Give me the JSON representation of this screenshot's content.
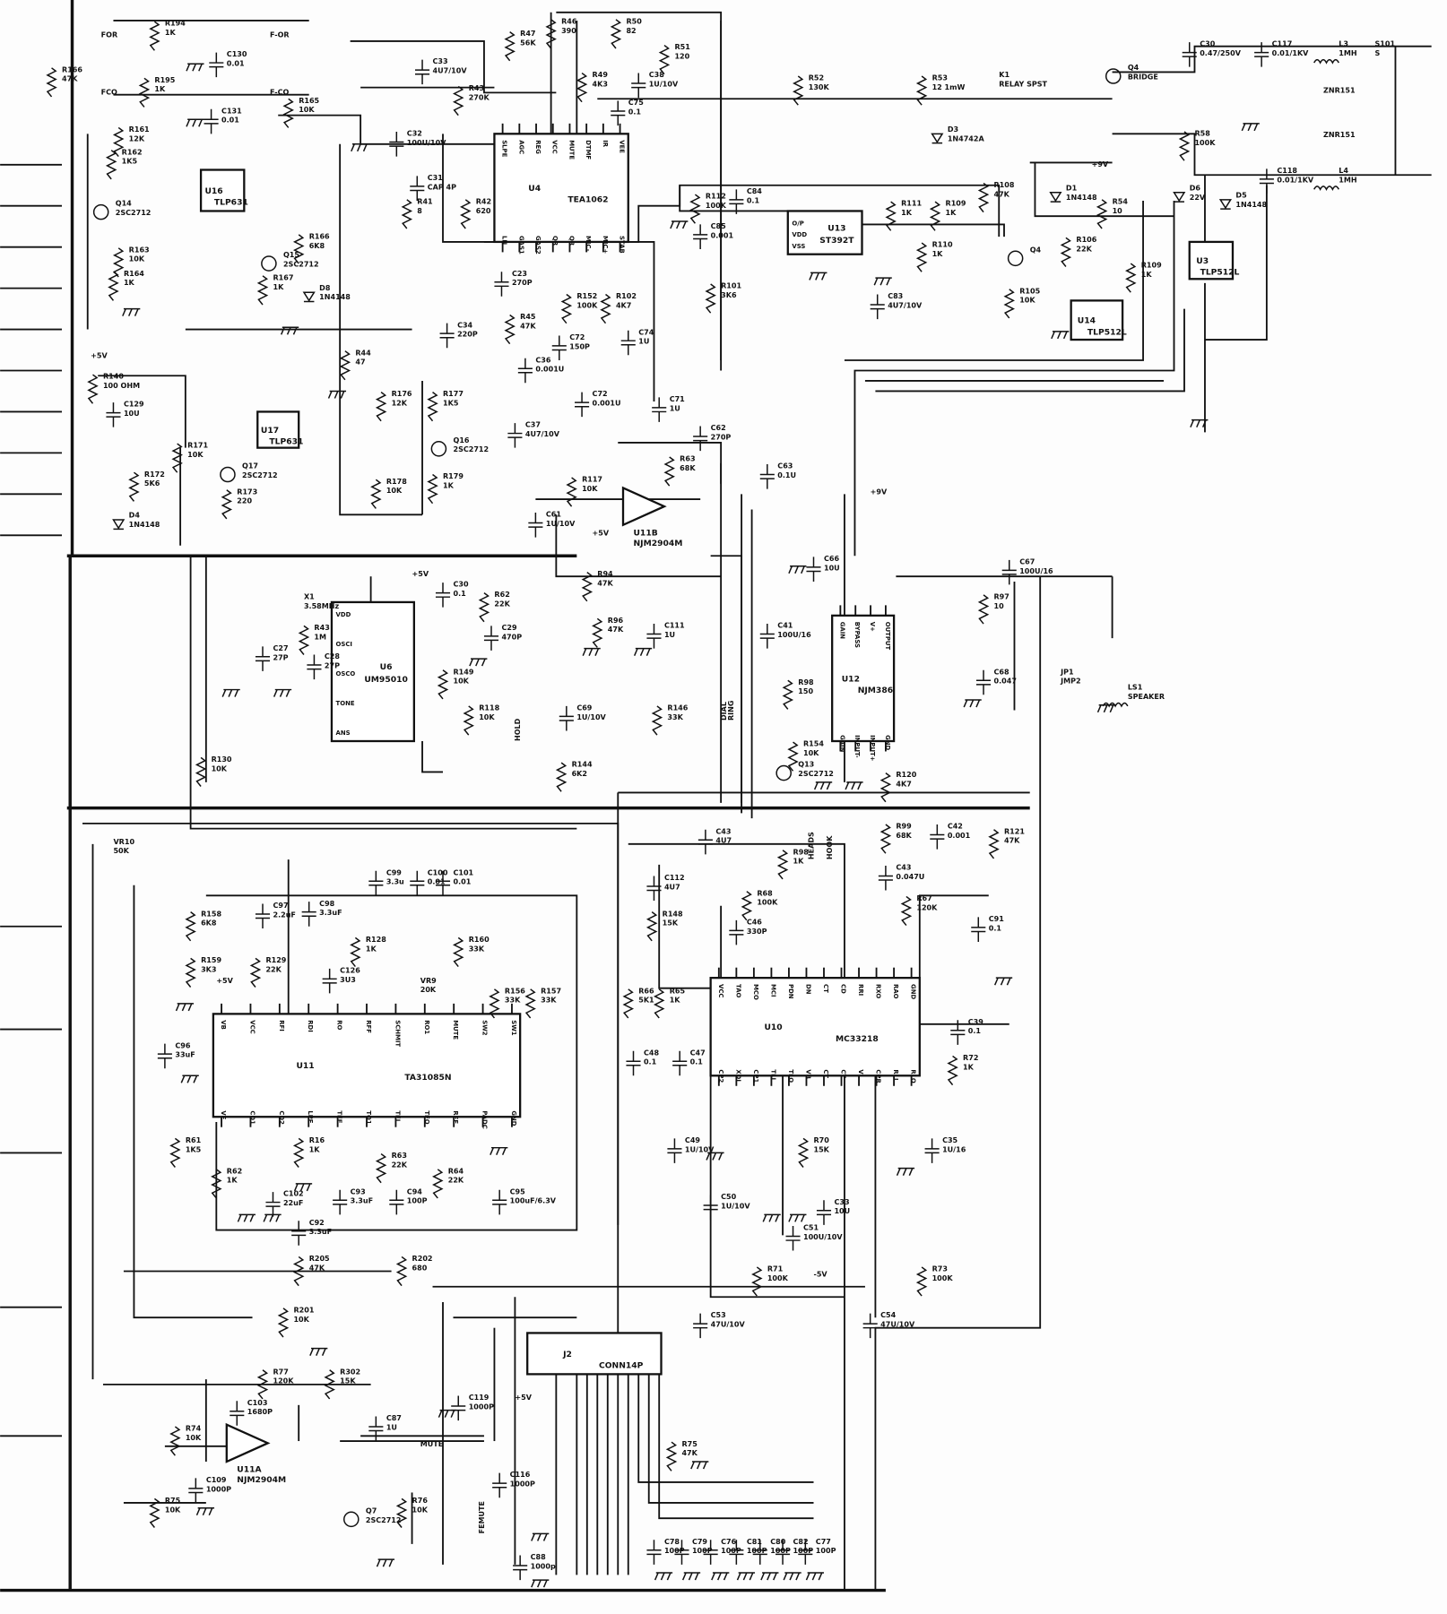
{
  "ics": [
    {
      "ref": "U4",
      "part": "TEA1062",
      "pins_top": [
        "SLPE",
        "AGC",
        "REG",
        "VCC",
        "MUTE",
        "DTMF",
        "IR",
        "VEE"
      ],
      "pins_bottom": [
        "LN",
        "GAS1",
        "GAS2",
        "QR",
        "QR",
        "MIC-",
        "MIC+",
        "STAB"
      ]
    },
    {
      "ref": "U13",
      "part": "ST392T",
      "pins": [
        "O/P",
        "VDD",
        "VSS"
      ]
    },
    {
      "ref": "U16",
      "part": "TLP631"
    },
    {
      "ref": "U17",
      "part": "TLP631"
    },
    {
      "ref": "U14",
      "part": "TLP512L"
    },
    {
      "ref": "U3",
      "part": "TLP512L"
    },
    {
      "ref": "U6",
      "part": "UM95010",
      "pins": [
        "VDD",
        "OSCI",
        "OSCO",
        "TONE",
        "ANS"
      ]
    },
    {
      "ref": "U12",
      "part": "NJM386",
      "pins_top": [
        "GAIN",
        "BYPASS",
        "V+",
        "OUTPUT"
      ],
      "pins_bottom": [
        "GAIN",
        "INPUT-",
        "INPUT+",
        "GND"
      ]
    },
    {
      "ref": "U11",
      "part": "TA31085N",
      "pins_top": [
        "VB",
        "VCC",
        "RFI",
        "RDI",
        "RO",
        "RFF",
        "SCHMIT",
        "RO1",
        "MUTE",
        "SW2",
        "SW1"
      ],
      "pins_bottom": [
        "VE",
        "CD1",
        "CD2",
        "LPF",
        "TFF",
        "TO1",
        "TFI",
        "TFO",
        "REF",
        "PADC",
        "GND"
      ]
    },
    {
      "ref": "U10",
      "part": "MC33218",
      "pins_top": [
        "VCC",
        "TAO",
        "MCO",
        "MCI",
        "PDN",
        "DN",
        "CT",
        "CD",
        "RRI",
        "RXO",
        "RAO",
        "GND"
      ],
      "pins_bottom": [
        "CP2",
        "XDI",
        "CP1",
        "TLI",
        "TLO",
        "VB",
        "CT",
        "CT",
        "VL",
        "CPR",
        "RLI",
        "RLO"
      ]
    },
    {
      "ref": "U11B",
      "part": "NJM2904M"
    },
    {
      "ref": "U11A",
      "part": "NJM2904M"
    },
    {
      "ref": "J2",
      "part": "CONN14P"
    }
  ],
  "components": [
    {
      "ref": "R194",
      "value": "1K"
    },
    {
      "ref": "C130",
      "value": "0.01"
    },
    {
      "ref": "R195",
      "value": "1K"
    },
    {
      "ref": "C131",
      "value": "0.01"
    },
    {
      "ref": "R166",
      "value": "47K"
    },
    {
      "ref": "R161",
      "value": "12K"
    },
    {
      "ref": "R162",
      "value": "1K5"
    },
    {
      "ref": "Q14",
      "value": "2SC2712"
    },
    {
      "ref": "R163",
      "value": "10K"
    },
    {
      "ref": "R164",
      "value": "1K"
    },
    {
      "ref": "R165",
      "value": "10K"
    },
    {
      "ref": "Q15",
      "value": "2SC2712"
    },
    {
      "ref": "R166",
      "value": "6K8"
    },
    {
      "ref": "R167",
      "value": "1K"
    },
    {
      "ref": "D8",
      "value": "1N4148"
    },
    {
      "ref": "C33",
      "value": "4U7/10V"
    },
    {
      "ref": "R43",
      "value": "270K"
    },
    {
      "ref": "C32",
      "value": "100U/10V"
    },
    {
      "ref": "C31",
      "value": "CAP 4P"
    },
    {
      "ref": "R41",
      "value": "8"
    },
    {
      "ref": "R42",
      "value": "620"
    },
    {
      "ref": "R47",
      "value": "56K"
    },
    {
      "ref": "R46",
      "value": "390"
    },
    {
      "ref": "R49",
      "value": "4K3"
    },
    {
      "ref": "R50",
      "value": "82"
    },
    {
      "ref": "C38",
      "value": "1U/10V"
    },
    {
      "ref": "R51",
      "value": "120"
    },
    {
      "ref": "C75",
      "value": "0.1"
    },
    {
      "ref": "R52",
      "value": "130K"
    },
    {
      "ref": "R53",
      "value": "12 1mW"
    },
    {
      "ref": "K1",
      "value": "RELAY SPST"
    },
    {
      "ref": "D3",
      "value": "1N4742A"
    },
    {
      "ref": "Q4",
      "value": "BRIDGE"
    },
    {
      "ref": "C30",
      "value": "0.47/250V"
    },
    {
      "ref": "C117",
      "value": "0.01/1KV"
    },
    {
      "ref": "L3",
      "value": "1MH"
    },
    {
      "ref": "S101",
      "value": "S"
    },
    {
      "ref": "ZNR151",
      "value": ""
    },
    {
      "ref": "ZNR151",
      "value": ""
    },
    {
      "ref": "R58",
      "value": "100K"
    },
    {
      "ref": "L4",
      "value": "1MH"
    },
    {
      "ref": "C118",
      "value": "0.01/1KV"
    },
    {
      "ref": "D6",
      "value": "22V"
    },
    {
      "ref": "D5",
      "value": "1N4148"
    },
    {
      "ref": "D1",
      "value": "1N4148"
    },
    {
      "ref": "R54",
      "value": "10"
    },
    {
      "ref": "R112",
      "value": "100K"
    },
    {
      "ref": "C84",
      "value": "0.1"
    },
    {
      "ref": "C85",
      "value": "0.001"
    },
    {
      "ref": "R111",
      "value": "1K"
    },
    {
      "ref": "R109",
      "value": "1K"
    },
    {
      "ref": "R110",
      "value": "1K"
    },
    {
      "ref": "R108",
      "value": "47K"
    },
    {
      "ref": "Q4",
      "value": ""
    },
    {
      "ref": "R106",
      "value": "22K"
    },
    {
      "ref": "R109",
      "value": "1K"
    },
    {
      "ref": "R105",
      "value": "10K"
    },
    {
      "ref": "C83",
      "value": "4U7/10V"
    },
    {
      "ref": "R101",
      "value": "3K6"
    },
    {
      "ref": "R102",
      "value": "4K7"
    },
    {
      "ref": "R152",
      "value": "100K"
    },
    {
      "ref": "C23",
      "value": "270P"
    },
    {
      "ref": "R45",
      "value": "47K"
    },
    {
      "ref": "C72",
      "value": "150P"
    },
    {
      "ref": "C74",
      "value": "1U"
    },
    {
      "ref": "C34",
      "value": "220P"
    },
    {
      "ref": "C36",
      "value": "0.001U"
    },
    {
      "ref": "C72",
      "value": "0.001U"
    },
    {
      "ref": "C71",
      "value": "1U"
    },
    {
      "ref": "R44",
      "value": "47"
    },
    {
      "ref": "R177",
      "value": "1K5"
    },
    {
      "ref": "R176",
      "value": "12K"
    },
    {
      "ref": "Q16",
      "value": "2SC2712"
    },
    {
      "ref": "R178",
      "value": "10K"
    },
    {
      "ref": "R179",
      "value": "1K"
    },
    {
      "ref": "C37",
      "value": "4U7/10V"
    },
    {
      "ref": "C62",
      "value": "270P"
    },
    {
      "ref": "R63",
      "value": "68K"
    },
    {
      "ref": "C63",
      "value": "0.1U"
    },
    {
      "ref": "R117",
      "value": "10K"
    },
    {
      "ref": "C61",
      "value": "1U/10V"
    },
    {
      "ref": "R140",
      "value": "100 OHM"
    },
    {
      "ref": "C129",
      "value": "10U"
    },
    {
      "ref": "R171",
      "value": "10K"
    },
    {
      "ref": "Q17",
      "value": "2SC2712"
    },
    {
      "ref": "R172",
      "value": "5K6"
    },
    {
      "ref": "R173",
      "value": "220"
    },
    {
      "ref": "D4",
      "value": "1N4148"
    },
    {
      "ref": "X1",
      "value": "3.58MHz"
    },
    {
      "ref": "R43",
      "value": "1M"
    },
    {
      "ref": "C27",
      "value": "27P"
    },
    {
      "ref": "C28",
      "value": "27P"
    },
    {
      "ref": "C30",
      "value": "0.1"
    },
    {
      "ref": "R62",
      "value": "22K"
    },
    {
      "ref": "C29",
      "value": "470P"
    },
    {
      "ref": "R149",
      "value": "10K"
    },
    {
      "ref": "R118",
      "value": "10K"
    },
    {
      "ref": "R130",
      "value": "10K"
    },
    {
      "ref": "R94",
      "value": "47K"
    },
    {
      "ref": "R96",
      "value": "47K"
    },
    {
      "ref": "C111",
      "value": "1U"
    },
    {
      "ref": "C69",
      "value": "1U/10V"
    },
    {
      "ref": "R146",
      "value": "33K"
    },
    {
      "ref": "R144",
      "value": "6K2"
    },
    {
      "ref": "C66",
      "value": "10U"
    },
    {
      "ref": "C41",
      "value": "100U/16"
    },
    {
      "ref": "C67",
      "value": "100U/16"
    },
    {
      "ref": "R97",
      "value": "10"
    },
    {
      "ref": "C68",
      "value": "0.047"
    },
    {
      "ref": "JP1",
      "value": "JMP2"
    },
    {
      "ref": "LS1",
      "value": "SPEAKER"
    },
    {
      "ref": "R98",
      "value": "150"
    },
    {
      "ref": "R154",
      "value": "10K"
    },
    {
      "ref": "Q13",
      "value": "2SC2712"
    },
    {
      "ref": "R120",
      "value": "4K7"
    },
    {
      "ref": "R99",
      "value": "68K"
    },
    {
      "ref": "C42",
      "value": "0.001"
    },
    {
      "ref": "R121",
      "value": "47K"
    },
    {
      "ref": "VR10",
      "value": "50K"
    },
    {
      "ref": "C97",
      "value": "2.2uF"
    },
    {
      "ref": "C98",
      "value": "3.3uF"
    },
    {
      "ref": "C99",
      "value": "3.3u"
    },
    {
      "ref": "C100",
      "value": "0.01"
    },
    {
      "ref": "C101",
      "value": "0.01"
    },
    {
      "ref": "R158",
      "value": "6K8"
    },
    {
      "ref": "R159",
      "value": "3K3"
    },
    {
      "ref": "R129",
      "value": "22K"
    },
    {
      "ref": "C126",
      "value": "3U3"
    },
    {
      "ref": "R128",
      "value": "1K"
    },
    {
      "ref": "R160",
      "value": "33K"
    },
    {
      "ref": "VR9",
      "value": "20K"
    },
    {
      "ref": "R156",
      "value": "33K"
    },
    {
      "ref": "R157",
      "value": "33K"
    },
    {
      "ref": "C96",
      "value": "33uF"
    },
    {
      "ref": "R61",
      "value": "1K5"
    },
    {
      "ref": "R62",
      "value": "1K"
    },
    {
      "ref": "R16",
      "value": "1K"
    },
    {
      "ref": "C102",
      "value": "22uF"
    },
    {
      "ref": "C92",
      "value": "3.3uF"
    },
    {
      "ref": "C93",
      "value": "3.3uF"
    },
    {
      "ref": "R63",
      "value": "22K"
    },
    {
      "ref": "C94",
      "value": "100P"
    },
    {
      "ref": "R64",
      "value": "22K"
    },
    {
      "ref": "C95",
      "value": "100uF/6.3V"
    },
    {
      "ref": "R205",
      "value": "47K"
    },
    {
      "ref": "R201",
      "value": "10K"
    },
    {
      "ref": "R202",
      "value": "680"
    },
    {
      "ref": "C43",
      "value": "4U7"
    },
    {
      "ref": "C112",
      "value": "4U7"
    },
    {
      "ref": "R98",
      "value": "1K"
    },
    {
      "ref": "R68",
      "value": "100K"
    },
    {
      "ref": "R148",
      "value": "15K"
    },
    {
      "ref": "C46",
      "value": "330P"
    },
    {
      "ref": "C43",
      "value": "0.047U"
    },
    {
      "ref": "R67",
      "value": "120K"
    },
    {
      "ref": "C91",
      "value": "0.1"
    },
    {
      "ref": "R66",
      "value": "5K1"
    },
    {
      "ref": "R65",
      "value": "1K"
    },
    {
      "ref": "C48",
      "value": "0.1"
    },
    {
      "ref": "C47",
      "value": "0.1"
    },
    {
      "ref": "C39",
      "value": "0.1"
    },
    {
      "ref": "R72",
      "value": "1K"
    },
    {
      "ref": "C49",
      "value": "1U/10V"
    },
    {
      "ref": "R70",
      "value": "15K"
    },
    {
      "ref": "C50",
      "value": "1U/10V"
    },
    {
      "ref": "C33",
      "value": "10U"
    },
    {
      "ref": "C51",
      "value": "100U/10V"
    },
    {
      "ref": "C35",
      "value": "1U/16"
    },
    {
      "ref": "R71",
      "value": "100K"
    },
    {
      "ref": "C53",
      "value": "47U/10V"
    },
    {
      "ref": "R73",
      "value": "100K"
    },
    {
      "ref": "C54",
      "value": "47U/10V"
    },
    {
      "ref": "R75",
      "value": "47K"
    },
    {
      "ref": "R77",
      "value": "120K"
    },
    {
      "ref": "R302",
      "value": "15K"
    },
    {
      "ref": "C119",
      "value": "1000P"
    },
    {
      "ref": "C103",
      "value": "1680P"
    },
    {
      "ref": "C87",
      "value": "1U"
    },
    {
      "ref": "R74",
      "value": "10K"
    },
    {
      "ref": "C109",
      "value": "1000P"
    },
    {
      "ref": "R75",
      "value": "10K"
    },
    {
      "ref": "R76",
      "value": "10K"
    },
    {
      "ref": "Q7",
      "value": "2SC2712"
    },
    {
      "ref": "C116",
      "value": "1000P"
    },
    {
      "ref": "C88",
      "value": "1000p"
    },
    {
      "ref": "C78",
      "value": "100P"
    },
    {
      "ref": "C79",
      "value": "100P"
    },
    {
      "ref": "C76",
      "value": "100P"
    },
    {
      "ref": "C81",
      "value": "100P"
    },
    {
      "ref": "C80",
      "value": "100P"
    },
    {
      "ref": "C82",
      "value": "100P"
    },
    {
      "ref": "C77",
      "value": "100P"
    }
  ],
  "nets": [
    "FOR",
    "FCO",
    "F-OR",
    "F-CO",
    "+5V",
    "+9V",
    "+5V",
    "+5V",
    "+9V",
    "-5V",
    "HOLD",
    "DIAL",
    "RING",
    "FEMUTE",
    "HEADS",
    "HOOK",
    "+5V",
    "+5V",
    "MUTE"
  ]
}
